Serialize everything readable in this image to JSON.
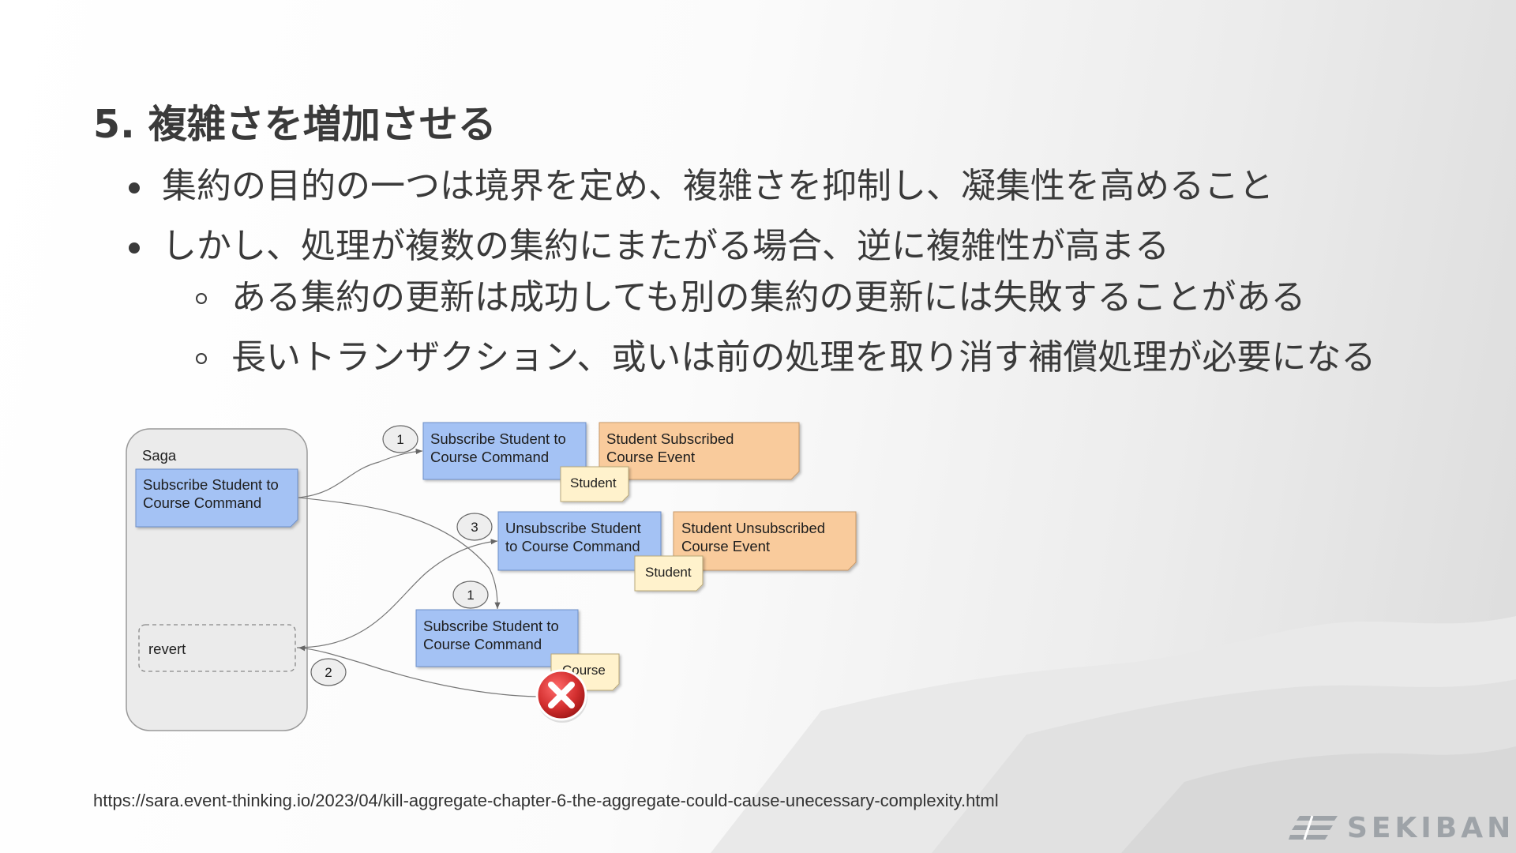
{
  "slide": {
    "title": "5. 複雑さを増加させる",
    "bullets": [
      {
        "level": 1,
        "text": "集約の目的の一つは境界を定め、複雑さを抑制し、凝集性を高めること"
      },
      {
        "level": 1,
        "text": "しかし、処理が複数の集約にまたがる場合、逆に複雑性が高まる"
      },
      {
        "level": 2,
        "text": "ある集約の更新は成功しても別の集約の更新には失敗することがある"
      },
      {
        "level": 2,
        "text": "長いトランザクション、或いは前の処理を取り消す補償処理が必要になる"
      }
    ],
    "source_url": "https://sara.event-thinking.io/2023/04/kill-aggregate-chapter-6-the-aggregate-could-cause-unecessary-complexity.html",
    "brand": "SEKIBAN"
  },
  "diagram": {
    "saga_label": "Saga",
    "saga_command": [
      "Subscribe Student to",
      "Course Command"
    ],
    "revert_label": "revert",
    "cmd_subscribe_student": [
      "Subscribe Student to",
      "Course Command"
    ],
    "event_student_subscribed": [
      "Student Subscribed",
      "Course Event"
    ],
    "agg_student_1": "Student",
    "cmd_unsubscribe": [
      "Unsubscribe Student",
      "to Course Command"
    ],
    "event_student_unsubscribed": [
      "Student Unsubscribed",
      "Course Event"
    ],
    "agg_student_2": "Student",
    "cmd_subscribe_course": [
      "Subscribe Student to",
      "Course Command"
    ],
    "agg_course": "Course",
    "step_labels": [
      "1",
      "3",
      "1",
      "2"
    ]
  },
  "colors": {
    "command": "#a4c2f4",
    "event": "#f9cb9c",
    "aggregate": "#fff2cc",
    "error": "#d32f2f"
  }
}
